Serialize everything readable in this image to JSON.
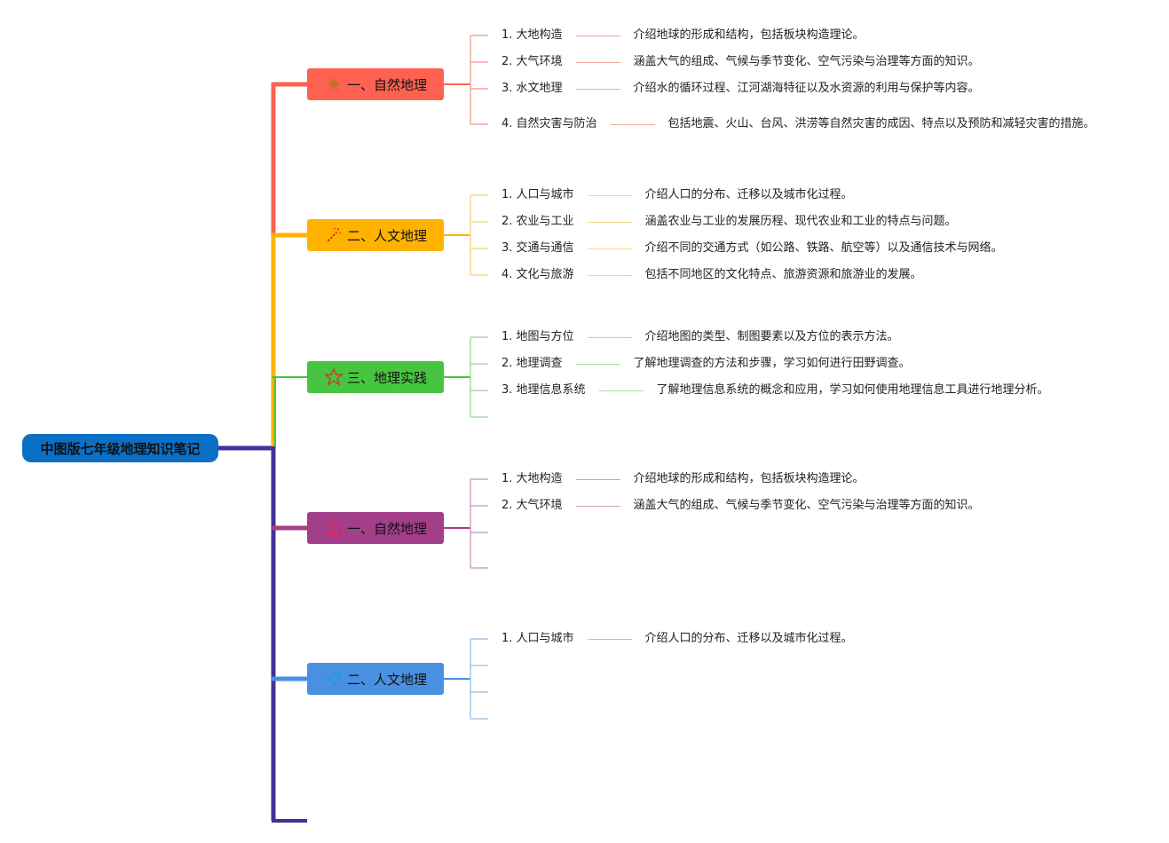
{
  "root": {
    "title": "中图版七年级地理知识笔记",
    "color": "#0B6FC6"
  },
  "branches": [
    {
      "title": "一、自然地理",
      "color": "#FF6150",
      "leaf_color": "#F4A7A0",
      "icon": "star-filled-icon",
      "tick_count": 4,
      "leaves": [
        {
          "label": "1. 大地构造",
          "desc": "介绍地球的形成和结构，包括板块构造理论。"
        },
        {
          "label": "2. 大气环境",
          "desc": "涵盖大气的组成、气候与季节变化、空气污染与治理等方面的知识。"
        },
        {
          "label": "3. 水文地理",
          "desc": "介绍水的循环过程、江河湖海特征以及水资源的利用与保护等内容。"
        },
        {
          "label": "4. 自然灾害与防治",
          "desc": "包括地震、火山、台风、洪涝等自然灾害的成因、特点以及预防和减轻灾害的措施。"
        }
      ]
    },
    {
      "title": "二、人文地理",
      "color": "#FFB300",
      "leaf_color": "#F7D98A",
      "icon": "magic-wand-icon",
      "tick_count": 4,
      "leaves": [
        {
          "label": "1. 人口与城市",
          "desc": "介绍人口的分布、迁移以及城市化过程。"
        },
        {
          "label": "2. 农业与工业",
          "desc": "涵盖农业与工业的发展历程、现代农业和工业的特点与问题。"
        },
        {
          "label": "3. 交通与通信",
          "desc": "介绍不同的交通方式（如公路、铁路、航空等）以及通信技术与网络。"
        },
        {
          "label": "4. 文化与旅游",
          "desc": "包括不同地区的文化特点、旅游资源和旅游业的发展。"
        }
      ]
    },
    {
      "title": "三、地理实践",
      "color": "#47C540",
      "leaf_color": "#A6DDA0",
      "icon": "star-outline-icon",
      "tick_count": 4,
      "leaves": [
        {
          "label": "1. 地图与方位",
          "desc": "介绍地图的类型、制图要素以及方位的表示方法。"
        },
        {
          "label": "2. 地理调查",
          "desc": "了解地理调查的方法和步骤，学习如何进行田野调查。"
        },
        {
          "label": "3. 地理信息系统",
          "desc": "了解地理信息系统的概念和应用，学习如何使用地理信息工具进行地理分析。"
        }
      ]
    },
    {
      "title": "一、自然地理",
      "color": "#A33E8A",
      "leaf_color": "#D3A2C6",
      "icon": "home-icon",
      "tick_count": 4,
      "leaves": [
        {
          "label": "1. 大地构造",
          "desc": "介绍地球的形成和结构，包括板块构造理论。"
        },
        {
          "label": "2. 大气环境",
          "desc": "涵盖大气的组成、气候与季节变化、空气污染与治理等方面的知识。"
        }
      ]
    },
    {
      "title": "二、人文地理",
      "color": "#4A90E2",
      "leaf_color": "#A3C6EC",
      "icon": "paper-plane-icon",
      "tick_count": 4,
      "leaves": [
        {
          "label": "1. 人口与城市",
          "desc": "介绍人口的分布、迁移以及城市化过程。"
        }
      ]
    }
  ],
  "trunk_color": "#45309A"
}
